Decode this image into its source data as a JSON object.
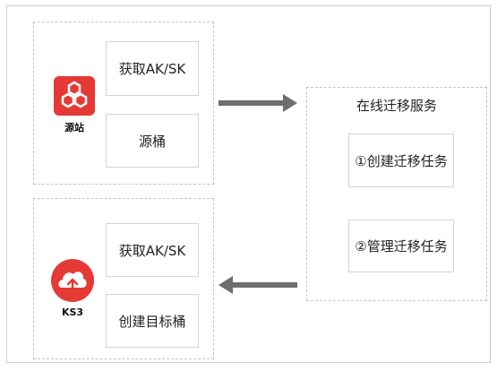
{
  "source": {
    "logo_label": "源站",
    "items": [
      "获取AK/SK",
      "源桶"
    ]
  },
  "target": {
    "logo_label": "KS3",
    "items": [
      "获取AK/SK",
      "创建目标桶"
    ]
  },
  "service": {
    "title": "在线迁移服务",
    "items": [
      "①创建迁移任务",
      "②管理迁移任务"
    ]
  },
  "colors": {
    "logo_red": "#e53935",
    "arrow": "#6e6e6e",
    "dash_border": "#c4c4c4"
  },
  "icons": {
    "source_logo": "hexagon-cluster-icon",
    "target_logo": "cloud-upload-icon"
  }
}
